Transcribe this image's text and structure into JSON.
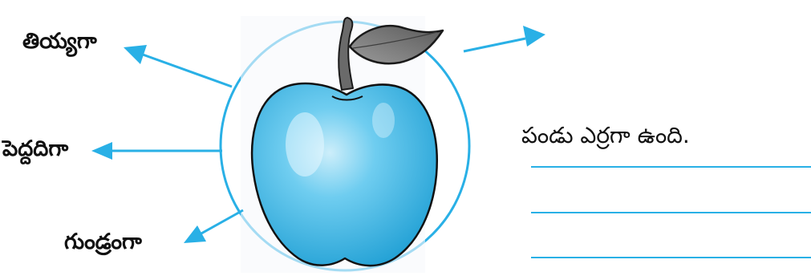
{
  "labels": {
    "sweet": "తియ్యగా",
    "big": "పెద్దదిగా",
    "round": "గుండ్రంగా"
  },
  "example_sentence": "పండు ఎర్రగా ఉంది.",
  "answer_lines": 3,
  "colors": {
    "arrow": "#29b0e6",
    "circle": "#29b0e6",
    "apple_body": "#5bc5ec",
    "apple_shade": "#2aa7d8",
    "leaf": "#6e6e6e",
    "stem": "#6a6a6a"
  },
  "icons": [
    "apple-picture",
    "leaf-icon",
    "arrow-icon"
  ]
}
